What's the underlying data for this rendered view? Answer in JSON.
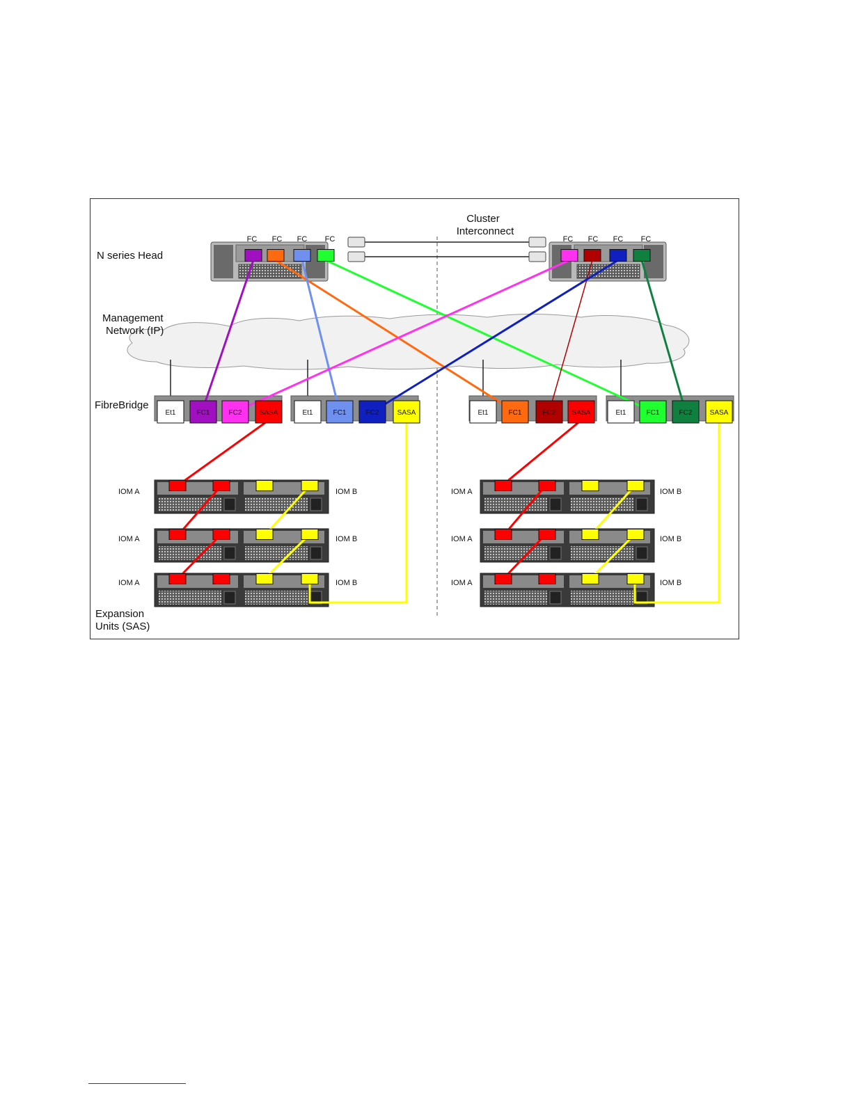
{
  "labels": {
    "cluster_line1": "Cluster",
    "cluster_line2": "Interconnect",
    "head": "N series Head",
    "mgmt_line1": "Management",
    "mgmt_line2": "Network (IP)",
    "fibrebridge": "FibreBridge",
    "expansion_line1": "Expansion",
    "expansion_line2": "Units (SAS)"
  },
  "head_ports": [
    "FC",
    "FC",
    "FC",
    "FC"
  ],
  "bridge_ports": [
    "Et1",
    "FC1",
    "FC2",
    "SASA"
  ],
  "iom_a": "IOM A",
  "iom_b": "IOM B",
  "colors": {
    "purple": "#a010c0",
    "orange": "#ff6a10",
    "lightblue": "#7090f0",
    "green": "#20ff30",
    "magenta": "#ff30f0",
    "darkred": "#b00000",
    "blue": "#1020c0",
    "darkgreen": "#108040",
    "red": "#ff0000",
    "yellow": "#ffff00"
  }
}
